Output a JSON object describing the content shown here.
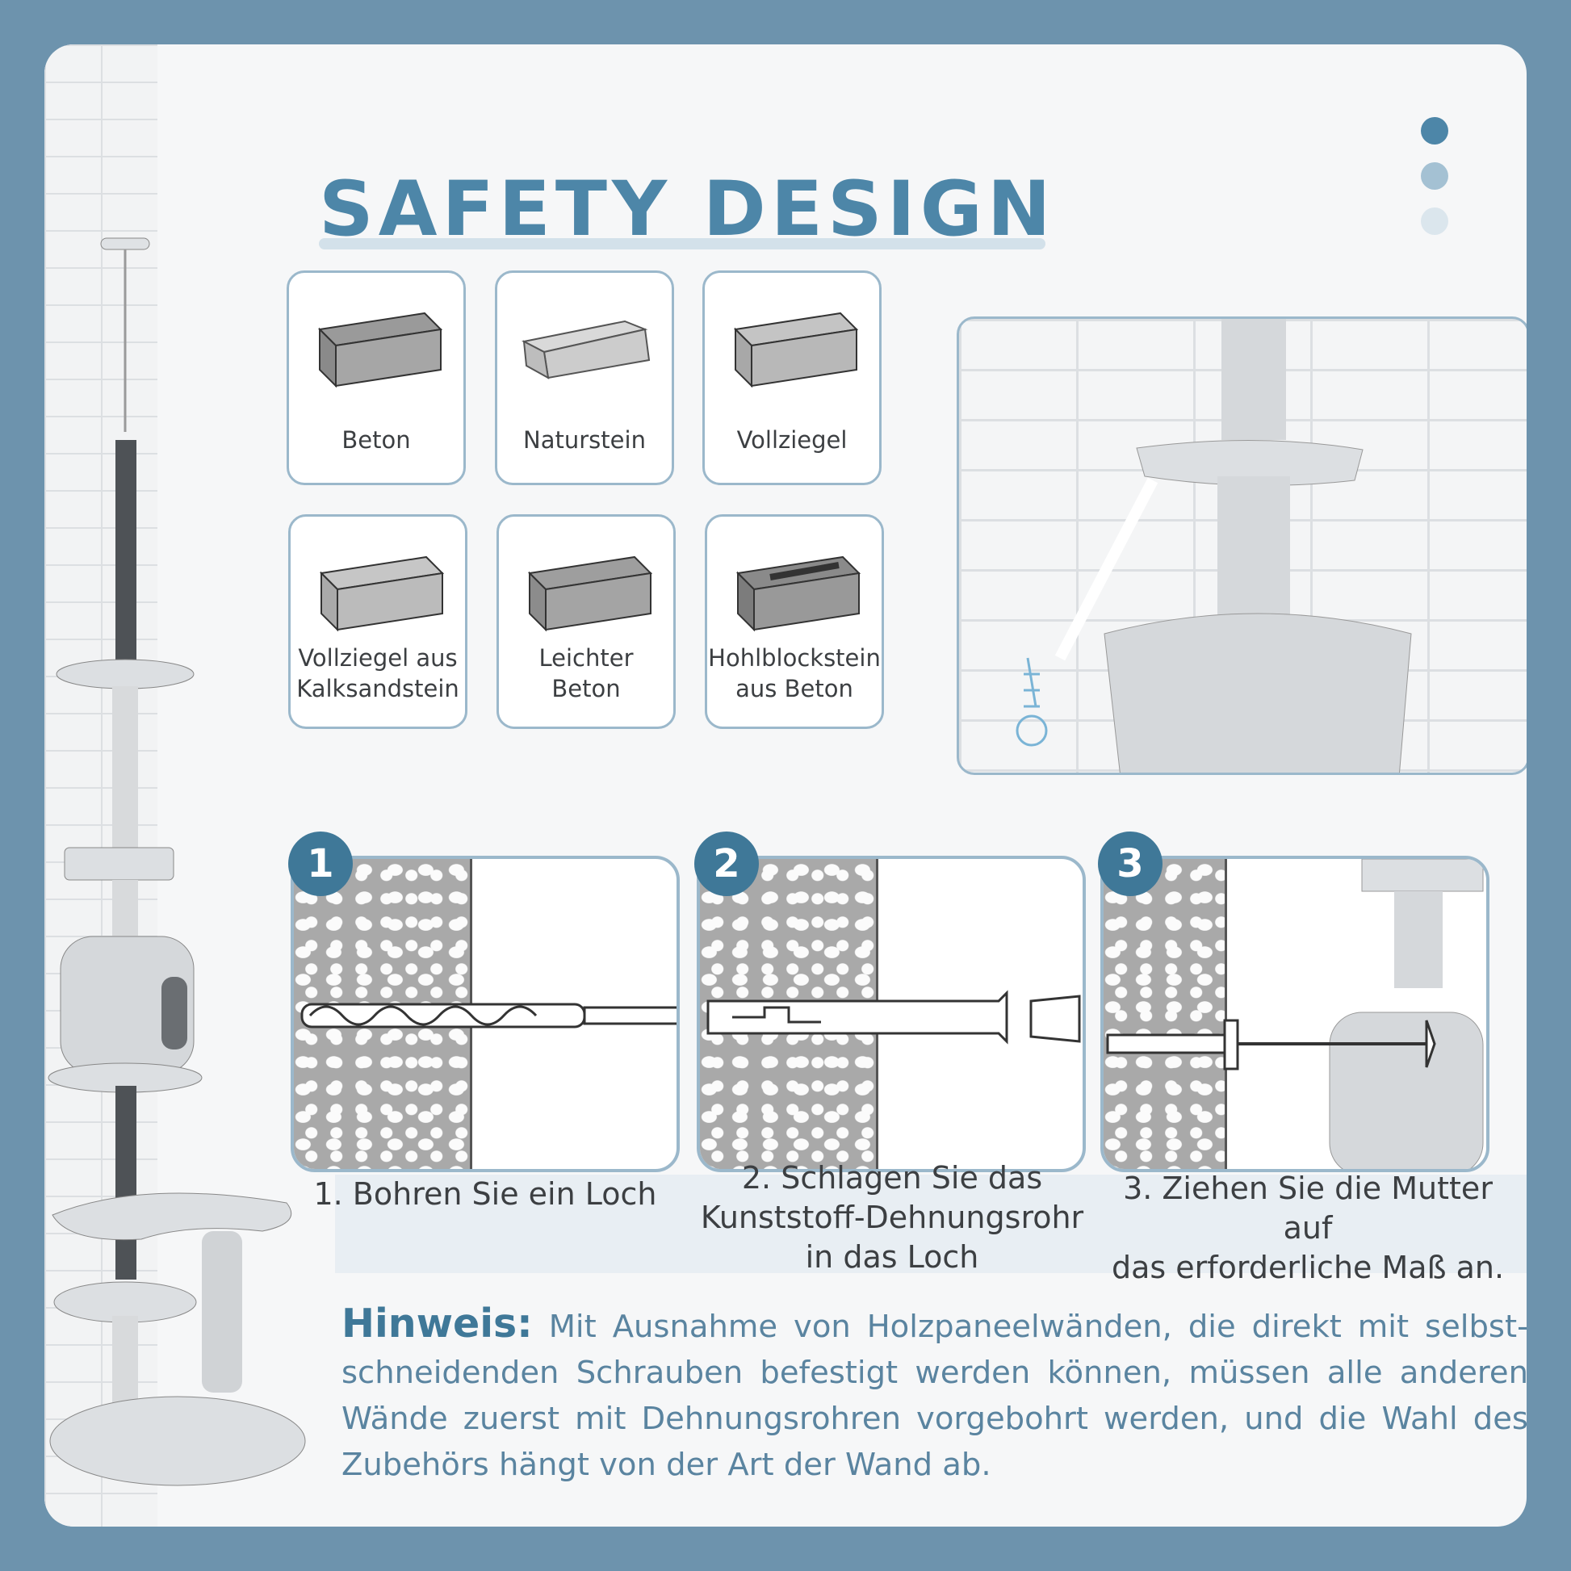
{
  "header": {
    "title": "SAFETY DESIGN"
  },
  "colors": {
    "accent": "#4d86a8",
    "badge": "#3f7898",
    "frame": "#6d93ad",
    "border": "#9bb8cb"
  },
  "materials": [
    {
      "label": "Beton",
      "icon": "concrete-block-icon"
    },
    {
      "label": "Naturstein",
      "icon": "natural-stone-icon"
    },
    {
      "label": "Vollziegel",
      "icon": "solid-brick-icon"
    },
    {
      "label": "Vollziegel aus Kalksandstein",
      "line1": "Vollziegel aus",
      "line2": "Kalksandstein",
      "icon": "sand-lime-brick-icon"
    },
    {
      "label": "Leichter Beton",
      "line1": "Leichter",
      "line2": "Beton",
      "icon": "light-concrete-icon"
    },
    {
      "label": "Hohlblockstein aus Beton",
      "line1": "Hohlblockstein",
      "line2": "aus Beton",
      "icon": "hollow-block-icon"
    }
  ],
  "steps": [
    {
      "number": "1",
      "caption": "1. Bohren Sie ein Loch"
    },
    {
      "number": "2",
      "caption_l1": "2. Schlagen Sie das",
      "caption_l2": "Kunststoff-Dehnungsrohr",
      "caption_l3": "in das Loch"
    },
    {
      "number": "3",
      "caption_l1": "3. Ziehen Sie die Mutter auf",
      "caption_l2": "das erforderliche Maß an."
    }
  ],
  "note": {
    "label": "Hinweis:",
    "text": "Mit Ausnahme von Holzpaneelwänden, die direkt mit selbst-schneidenden Schrauben befestigt werden können, müssen alle anderen Wände zuerst mit Dehnungsrohren vorgebohrt werden, und die Wahl des Zubehörs hängt von der Art der Wand ab."
  }
}
